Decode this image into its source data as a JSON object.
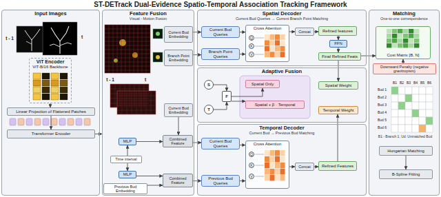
{
  "diagram": {
    "title": "ST-DETrack Dual-Evidence Spatio-Temporal Association Tracking Framework",
    "nodes": [
      {
        "text": [
          "Input Images"
        ]
      },
      {
        "text": [
          "ViT Encoder",
          "ViT-B/16 Backbone"
        ],
        "in": 0
      },
      {
        "text": [
          "Linear Projection of Flattened Patches"
        ],
        "in": 0
      },
      {
        "text": [
          "Transformer Encoder"
        ],
        "in": 0
      },
      {
        "text": [
          "Feature Fusion",
          "Visual - Motion Fusion"
        ]
      },
      {
        "text": [
          "Current Bud Embedding"
        ],
        "in": 4
      },
      {
        "text": [
          "Branch Point Embedding"
        ],
        "in": 4
      },
      {
        "text": [
          "Current Bud Embedding"
        ],
        "in": 4
      },
      {
        "text": [
          "MLP"
        ],
        "in": 4
      },
      {
        "text": [
          "Time interval"
        ],
        "in": 4
      },
      {
        "text": [
          "MLP"
        ],
        "in": 4
      },
      {
        "text": [
          "Previous Bud Embedding"
        ],
        "in": 4
      },
      {
        "text": [
          "Combined Feature"
        ],
        "in": 4
      },
      {
        "text": [
          "Combined Feature"
        ],
        "in": 4
      },
      {
        "text": [
          "Spatial Decoder",
          "Current Bud Queries → Current Branch Point Matching"
        ]
      },
      {
        "text": [
          "Current Bud Queries"
        ],
        "in": 14
      },
      {
        "text": [
          "Branch Point Queries"
        ],
        "in": 14
      },
      {
        "text": [
          "Cross Attention"
        ],
        "in": 14
      },
      {
        "text": [
          "Concat"
        ],
        "in": 14
      },
      {
        "text": [
          "Refined features"
        ],
        "in": 14
      },
      {
        "text": [
          "FFN"
        ],
        "in": 14
      },
      {
        "text": [
          "Final Refined Feats"
        ],
        "in": 14
      },
      {
        "text": [
          "Adaptive Fusion"
        ]
      },
      {
        "text": [
          "S"
        ],
        "in": 22
      },
      {
        "text": [
          "T"
        ],
        "in": 22
      },
      {
        "text": [
          "F"
        ],
        "in": 22
      },
      {
        "text": [
          "Spatial Only"
        ],
        "in": 22
      },
      {
        "text": [
          "Spatial + β · Temporal"
        ],
        "in": 22
      },
      {
        "text": [
          "Temporal Weight"
        ],
        "in": 22
      },
      {
        "text": [
          "Spatial Weight"
        ],
        "in": 22
      },
      {
        "text": [
          "Temporal Decoder",
          "Current Bud → Previous Bud Matching"
        ]
      },
      {
        "text": [
          "Current Bud Queries"
        ],
        "in": 30
      },
      {
        "text": [
          "Previous Bud Queries"
        ],
        "in": 30
      },
      {
        "text": [
          "Cross Attention"
        ],
        "in": 30
      },
      {
        "text": [
          "Concat"
        ],
        "in": 30
      },
      {
        "text": [
          "Refined Features"
        ],
        "in": 30
      },
      {
        "text": [
          "Matching",
          "One-to-one correspondence"
        ]
      },
      {
        "text": [
          "Cost Matrix [B, N]"
        ],
        "in": 36
      },
      {
        "text": [
          "Downward Penalty (negative gravitropism)"
        ],
        "in": 36
      },
      {
        "text": [
          "Hungarian Matching"
        ],
        "in": 36
      },
      {
        "text": [
          "B-Spline Fitting"
        ],
        "in": 36
      }
    ],
    "edges": [
      {
        "from": 1,
        "to": 2,
        "arrow": "to"
      },
      {
        "from": 2,
        "to": 3,
        "arrow": "to"
      },
      {
        "from": 3,
        "to": 4,
        "arrow": "to"
      },
      {
        "from": 5,
        "to": 15,
        "arrow": "to"
      },
      {
        "from": 6,
        "to": 16,
        "arrow": "to"
      },
      {
        "from": 7,
        "to": 12,
        "arrow": "to"
      },
      {
        "from": 8,
        "to": 12,
        "arrow": "to"
      },
      {
        "from": 9,
        "to": 8,
        "arrow": "to"
      },
      {
        "from": 9,
        "to": 10,
        "arrow": "to"
      },
      {
        "from": 10,
        "to": 13,
        "arrow": "to"
      },
      {
        "from": 11,
        "to": 13,
        "arrow": "to"
      },
      {
        "from": 12,
        "to": 31,
        "arrow": "to"
      },
      {
        "from": 13,
        "to": 32,
        "arrow": "to"
      },
      {
        "from": 15,
        "to": 17,
        "arrow": "to"
      },
      {
        "from": 16,
        "to": 17,
        "arrow": "to"
      },
      {
        "from": 17,
        "to": 18,
        "arrow": "to"
      },
      {
        "from": 18,
        "to": 19,
        "arrow": "to"
      },
      {
        "from": 19,
        "to": 20,
        "arrow": "to"
      },
      {
        "from": 20,
        "to": 21,
        "arrow": "to"
      },
      {
        "from": 21,
        "to": 37,
        "arrow": "to"
      },
      {
        "from": 21,
        "to": 29,
        "arrow": "to"
      },
      {
        "from": 23,
        "to": 25,
        "arrow": "to"
      },
      {
        "from": 24,
        "to": 25,
        "arrow": "to"
      },
      {
        "from": 25,
        "to": 26,
        "arrow": "to"
      },
      {
        "from": 25,
        "to": 27,
        "arrow": "to"
      },
      {
        "from": 31,
        "to": 33,
        "arrow": "to"
      },
      {
        "from": 32,
        "to": 33,
        "arrow": "to"
      },
      {
        "from": 33,
        "to": 34,
        "arrow": "to"
      },
      {
        "from": 34,
        "to": 35,
        "arrow": "to"
      },
      {
        "from": 35,
        "to": 28,
        "arrow": "to"
      },
      {
        "from": 38,
        "to": 37,
        "arrow": "to"
      },
      {
        "from": 39,
        "to": 40,
        "arrow": "to"
      }
    ],
    "labels": [
      "t - 1",
      "t",
      "t - 1",
      "t",
      "Q",
      "K",
      "V",
      "Q",
      "K",
      "V",
      "B1",
      "B2",
      "B3",
      "B4",
      "B5",
      "B6",
      "Bud 1",
      "Bud 2",
      "Bud 3",
      "Bud 4",
      "Bud 5",
      "Bud 6",
      "B1 - Branch 1, Ud: Unmatched Bud"
    ]
  }
}
